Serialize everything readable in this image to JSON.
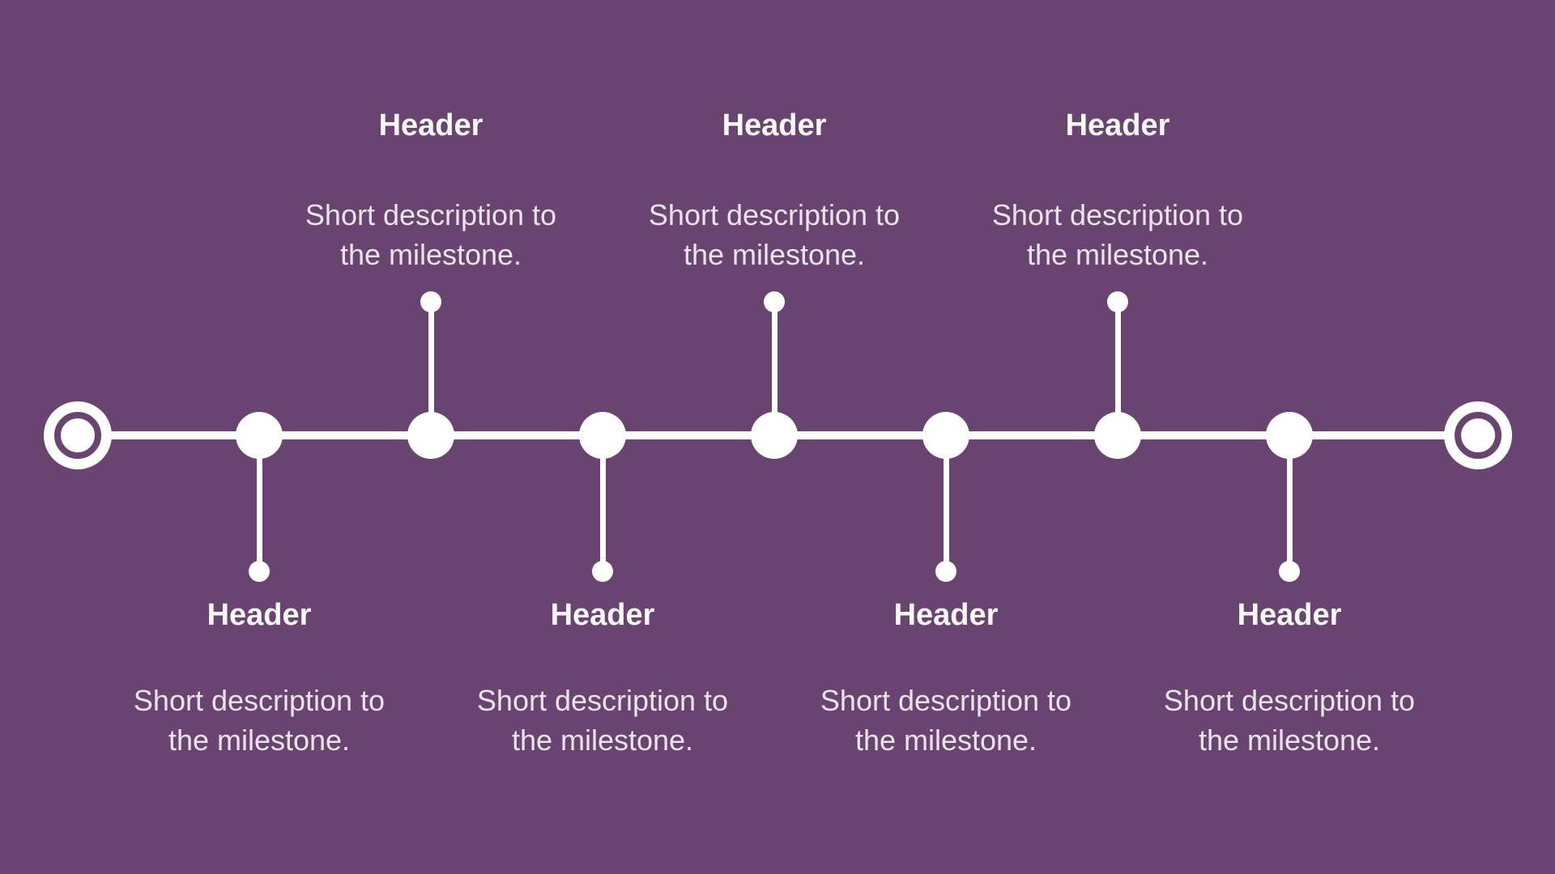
{
  "canvas": {
    "background_color": "#694470",
    "foreground_color": "#FFFFFF",
    "header_text_color": "#FCFBFC",
    "description_text_color": "#EDE5EE"
  },
  "timeline": {
    "type": "horizontal-milestone-timeline",
    "start_marker": "ring-bullseye",
    "end_marker": "ring-bullseye",
    "milestones": [
      {
        "header": "Header",
        "description": "Short description to the milestone.",
        "position": "below"
      },
      {
        "header": "Header",
        "description": "Short description to the milestone.",
        "position": "above"
      },
      {
        "header": "Header",
        "description": "Short description to the milestone.",
        "position": "below"
      },
      {
        "header": "Header",
        "description": "Short description to the milestone.",
        "position": "above"
      },
      {
        "header": "Header",
        "description": "Short description to the milestone.",
        "position": "below"
      },
      {
        "header": "Header",
        "description": "Short description to the milestone.",
        "position": "above"
      },
      {
        "header": "Header",
        "description": "Short description to the milestone.",
        "position": "below"
      }
    ]
  }
}
